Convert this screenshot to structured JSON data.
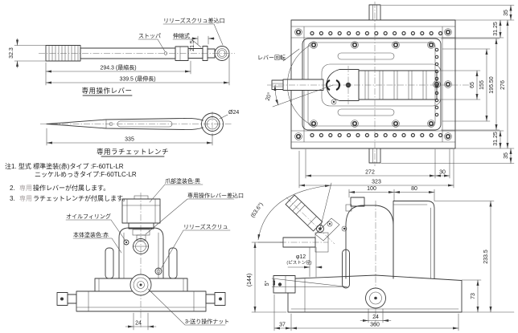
{
  "colors": {
    "line": "#3a3a3a",
    "background": "#ffffff",
    "redacted_text": "#a8a2a2"
  },
  "lever_view": {
    "caption": "専用操作レバー",
    "label_release_port": "リリーズスクリュ差込口",
    "label_stopper": "ストッパ",
    "label_telescopic": "伸縮式",
    "dim_grip_height": "32.3",
    "dim_head_width": "21.5",
    "dim_retracted": "294.3 (最縮長)",
    "dim_extended": "339.5 (最伸長)"
  },
  "wrench_view": {
    "caption": "専用ラチェットレンチ",
    "dim_length": "335",
    "dim_ring_dia": "Ø24"
  },
  "notes": {
    "note1": "注1. 型式 標準塗装(赤)タイプ :F-60TL-LR",
    "note1_line2": "ニッケルめっきタイプ:F-60TLC-LR",
    "note2_num": "2.",
    "note2_redacted": "専用",
    "note2_text": "操作レバーが付属します。",
    "note3_num": "3.",
    "note3_redacted": "専用",
    "note3_text": "ラチェットレンチが付属します。"
  },
  "plan_view": {
    "label_lever_rotation": "レバー回転",
    "dim_angle": "20°",
    "dim_top_offset": "35",
    "dim_top_rail": "31.25",
    "dim_65": "65",
    "dim_155": "155",
    "dim_195_50": "195.50",
    "dim_276": "276",
    "dim_bottom_rail": "31.25",
    "dim_bottom_offset": "35",
    "dim_272": "272",
    "dim_30": "30",
    "dim_323": "323"
  },
  "front_view": {
    "label_claw_color": "爪部塗装色:黒",
    "label_lever_socket": "専用操作レバー差込口",
    "label_oil_filling": "オイルフィリング",
    "label_body_color": "本体塗装色:赤",
    "label_release_screw": "リリーズスクリュ",
    "label_feed_nut": "3-送り操作ナット",
    "dim_24": "24"
  },
  "side_view": {
    "dim_100": "100",
    "dim_80": "80",
    "dim_233_5": "233.5",
    "dim_73": "73",
    "dim_144": "(144)",
    "dim_lever_angle": "(63.6°)",
    "dim_base_angle": "5°",
    "dim_piston_dia": "φ12",
    "dim_piston_note": "(ピストン径)",
    "dim_24": "24",
    "dim_360": "360",
    "dim_37": "37"
  }
}
